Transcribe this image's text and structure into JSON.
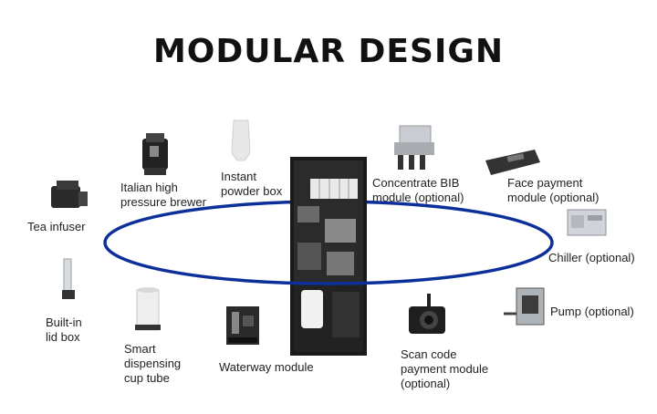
{
  "title": "MODULAR DESIGN",
  "colors": {
    "ring": "#0d2f9a",
    "machine": "#1a1a1a",
    "metal": "#bfc3c8"
  },
  "modules": [
    {
      "id": "tea-infuser",
      "icon": "tea-infuser-icon",
      "lines": [
        "Tea infuser"
      ]
    },
    {
      "id": "italian-brewer",
      "icon": "brewer-icon",
      "lines": [
        "Italian high",
        "pressure brewer"
      ]
    },
    {
      "id": "powder-box",
      "icon": "powder-box-icon",
      "lines": [
        "Instant",
        "powder box"
      ]
    },
    {
      "id": "concentrate-bib",
      "icon": "bib-module-icon",
      "lines": [
        "Concentrate BIB",
        "module (optional)"
      ]
    },
    {
      "id": "face-payment",
      "icon": "face-payment-icon",
      "lines": [
        "Face payment",
        "module (optional)"
      ]
    },
    {
      "id": "chiller",
      "icon": "chiller-icon",
      "lines": [
        "Chiller (optional)"
      ]
    },
    {
      "id": "pump",
      "icon": "pump-icon",
      "lines": [
        "Pump (optional)"
      ]
    },
    {
      "id": "scan-code",
      "icon": "scan-camera-icon",
      "lines": [
        "Scan code",
        "payment module",
        "(optional)"
      ]
    },
    {
      "id": "waterway",
      "icon": "waterway-icon",
      "lines": [
        "Waterway module"
      ]
    },
    {
      "id": "cup-tube",
      "icon": "cup-tube-icon",
      "lines": [
        "Smart",
        "dispensing",
        "cup tube"
      ]
    },
    {
      "id": "lid-box",
      "icon": "lid-box-icon",
      "lines": [
        "Built-in",
        "lid box"
      ]
    }
  ]
}
